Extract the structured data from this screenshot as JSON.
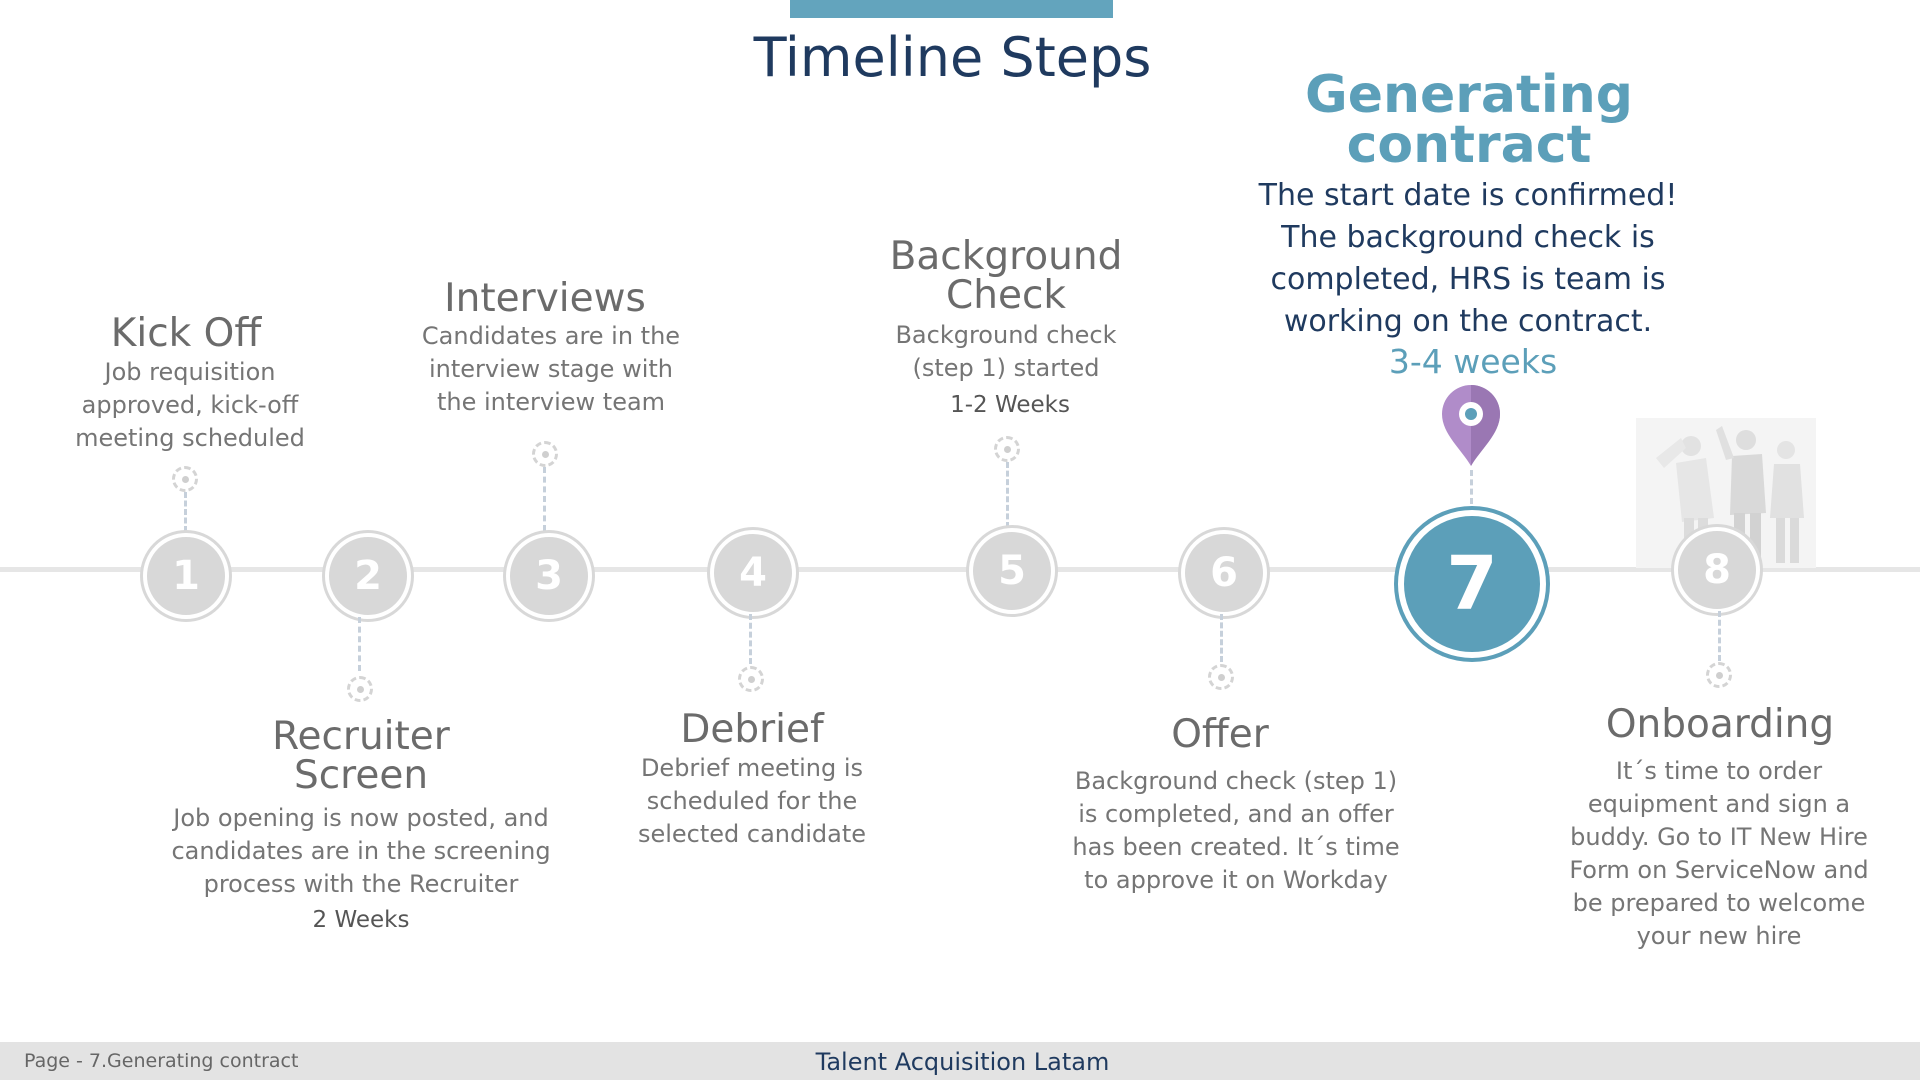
{
  "header": {
    "title": "Timeline Steps"
  },
  "steps": [
    {
      "number": "1",
      "title": "Kick Off",
      "description": [
        "Job requisition",
        "approved, kick-off",
        "meeting scheduled"
      ],
      "duration": ""
    },
    {
      "number": "2",
      "title": "Recruiter Screen",
      "title_lines": [
        "Recruiter",
        "Screen"
      ],
      "description": [
        "Job opening is now posted, and",
        "candidates are in the screening",
        "process with the Recruiter"
      ],
      "duration": "2 Weeks"
    },
    {
      "number": "3",
      "title": "Interviews",
      "description": [
        "Candidates are in the",
        "interview stage with",
        "the interview team"
      ],
      "duration": ""
    },
    {
      "number": "4",
      "title": "Debrief",
      "description": [
        "Debrief meeting is",
        "scheduled for the",
        "selected candidate"
      ],
      "duration": ""
    },
    {
      "number": "5",
      "title": "Background Check",
      "title_lines": [
        "Background",
        "Check"
      ],
      "description": [
        "Background check",
        "(step 1) started"
      ],
      "duration": "1-2 Weeks"
    },
    {
      "number": "6",
      "title": "Offer",
      "description": [
        "Background check (step 1)",
        "is completed, and an offer",
        "has been created. It´s time",
        "to approve it on Workday"
      ],
      "duration": ""
    },
    {
      "number": "7",
      "title": "Generating contract",
      "title_lines": [
        "Generating",
        "contract"
      ],
      "description": [
        "The start date is confirmed!",
        "The background check is",
        "completed, HRS is team is",
        "working on the contract."
      ],
      "duration": "3-4 weeks",
      "active": true
    },
    {
      "number": "8",
      "title": "Onboarding",
      "description": [
        "It´s time to order",
        "equipment and sign a",
        "buddy. Go to IT New Hire",
        "Form on ServiceNow and",
        "be prepared to welcome",
        "your new hire"
      ],
      "duration": ""
    }
  ],
  "icons": {
    "marker": "location-pin-icon",
    "step_dot": "dashed-circle-icon",
    "illustration": "team-celebration-illustration"
  },
  "colors": {
    "accent": "#5c9fb9",
    "title": "#1f3a5f",
    "inactive": "#d8d8d8",
    "pin": "#b08cc9"
  },
  "footer": {
    "page": "Page - 7.Generating contract",
    "center": "Talent Acquisition Latam"
  }
}
